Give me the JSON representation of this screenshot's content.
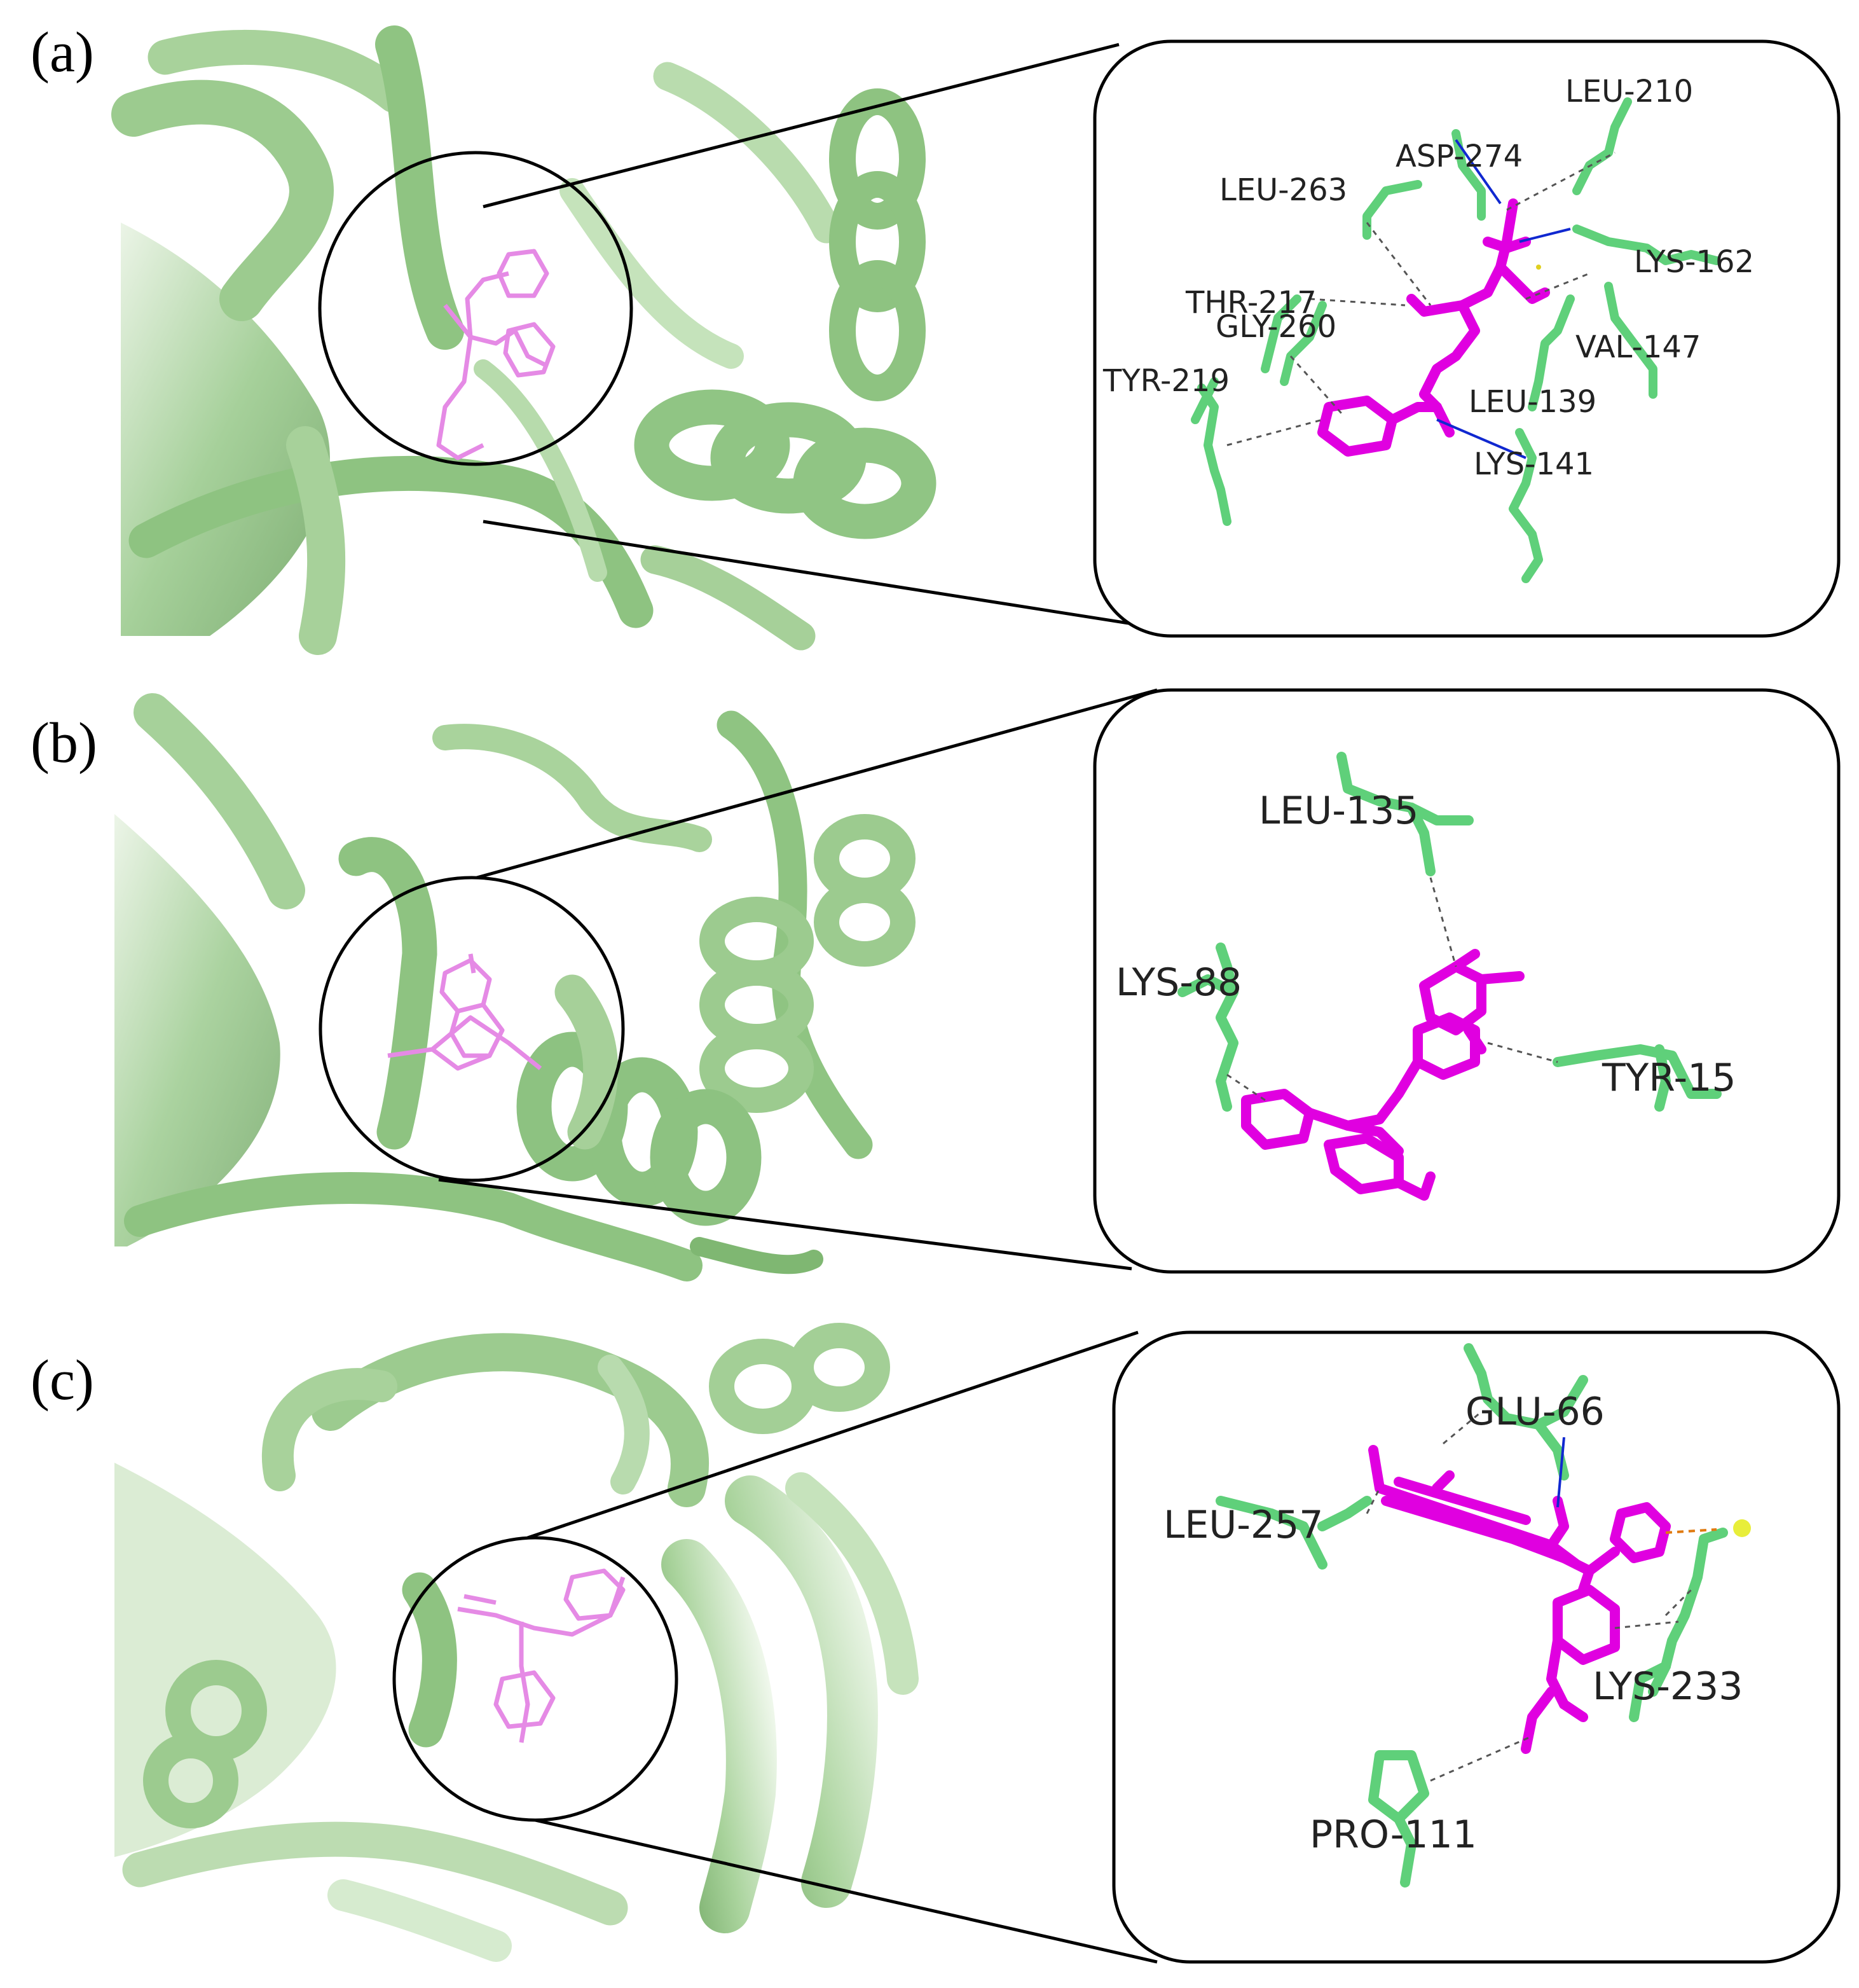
{
  "panels": [
    {
      "label": "(a)",
      "residues": [
        "LEU-210",
        "ASP-274",
        "LEU-263",
        "LYS-162",
        "THR-217",
        "GLY-260",
        "VAL-147",
        "TYR-219",
        "LEU-139",
        "LYS-141"
      ]
    },
    {
      "label": "(b)",
      "residues": [
        "LEU-135",
        "LYS-88",
        "TYR-15"
      ]
    },
    {
      "label": "(c)",
      "residues": [
        "GLU-66",
        "LEU-257",
        "LYS-233",
        "PRO-111"
      ]
    }
  ],
  "colors": {
    "protein": "#9ccb8f",
    "ligand": "#e000e0",
    "ligand_light": "#e58ae5",
    "residue": "#5fd07a",
    "hbond": "#1028d0",
    "contact": "#555555",
    "halogen": "#e07a10"
  }
}
